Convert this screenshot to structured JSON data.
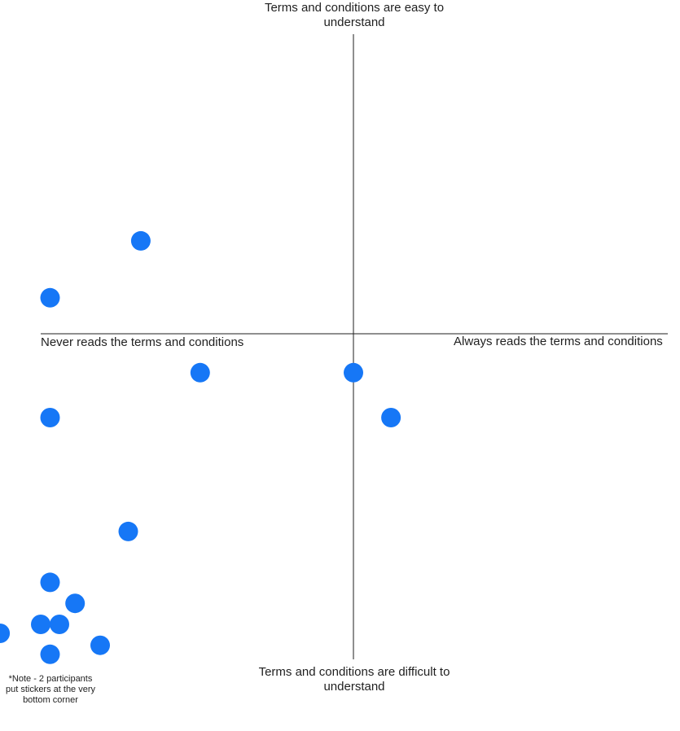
{
  "axes": {
    "top_label": "Terms and conditions are easy to understand",
    "bottom_label": "Terms and conditions are difficult to understand",
    "left_label": "Never reads the terms and conditions",
    "right_label": "Always reads the terms and conditions"
  },
  "note": "*Note - 2 participants put stickers at the very bottom corner",
  "colors": {
    "sticker": "#1677f6",
    "axis_line": "#1f1f1f",
    "text": "#1f1f1f"
  },
  "chart_data": {
    "type": "scatter",
    "xlabel_negative": "Never reads the terms and conditions",
    "xlabel_positive": "Always reads the terms and conditions",
    "ylabel_positive": "Terms and conditions are easy to understand",
    "ylabel_negative": "Terms and conditions are difficult to understand",
    "xlim": [
      -1,
      1
    ],
    "ylim": [
      -1,
      1
    ],
    "points": [
      {
        "x": -0.68,
        "y": 0.31
      },
      {
        "x": -0.97,
        "y": 0.12
      },
      {
        "x": -0.49,
        "y": -0.13
      },
      {
        "x": 0.0,
        "y": -0.13
      },
      {
        "x": -0.97,
        "y": -0.28
      },
      {
        "x": 0.12,
        "y": -0.28
      },
      {
        "x": -0.72,
        "y": -0.66
      },
      {
        "x": -0.97,
        "y": -0.83
      },
      {
        "x": -0.89,
        "y": -0.9
      },
      {
        "x": -1.0,
        "y": -0.97
      },
      {
        "x": -0.94,
        "y": -0.97
      },
      {
        "x": -1.13,
        "y": -1.0
      },
      {
        "x": -0.81,
        "y": -1.04
      },
      {
        "x": -0.97,
        "y": -1.07
      }
    ]
  }
}
